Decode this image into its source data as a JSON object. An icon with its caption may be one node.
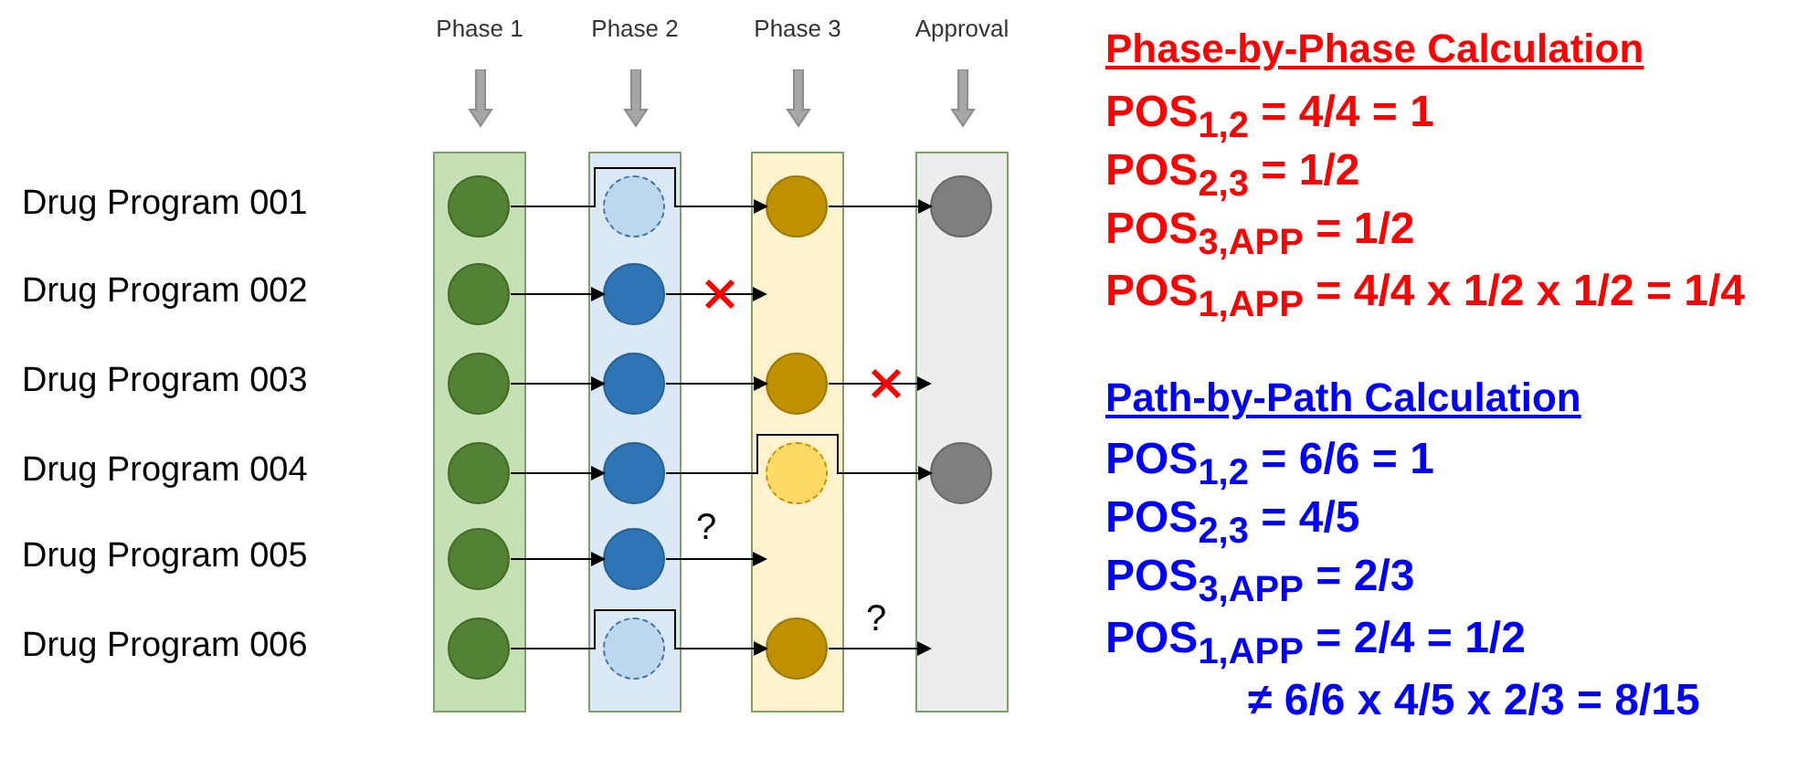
{
  "diagram": {
    "nodes": [
      {
        "text": [
          "Phase 1"
        ]
      },
      {
        "text": [],
        "shape": "circle",
        "in": 0
      },
      {
        "text": [],
        "shape": "circle",
        "in": 0
      },
      {
        "text": [],
        "shape": "circle",
        "in": 0
      },
      {
        "text": [],
        "shape": "circle",
        "in": 0
      },
      {
        "text": [],
        "shape": "circle",
        "in": 0
      },
      {
        "text": [],
        "shape": "circle",
        "in": 0
      },
      {
        "text": [
          "Phase 2"
        ]
      },
      {
        "text": [],
        "shape": "circle",
        "in": 7
      },
      {
        "text": [],
        "shape": "circle",
        "in": 7
      },
      {
        "text": [],
        "shape": "circle",
        "in": 7
      },
      {
        "text": [],
        "shape": "circle",
        "in": 7
      },
      {
        "text": [],
        "shape": "circle",
        "in": 7
      },
      {
        "text": [],
        "shape": "circle",
        "in": 7
      },
      {
        "text": [
          "Phase 3"
        ]
      },
      {
        "text": [],
        "shape": "circle",
        "in": 14
      },
      {
        "text": [],
        "shape": "circle",
        "in": 14
      },
      {
        "text": [],
        "shape": "circle",
        "in": 14
      },
      {
        "text": [],
        "shape": "circle",
        "in": 14
      },
      {
        "text": [
          "Approval"
        ]
      },
      {
        "text": [],
        "shape": "circle",
        "in": 19
      },
      {
        "text": [],
        "shape": "circle",
        "in": 19
      }
    ],
    "edges": [
      {
        "from": 1,
        "to": 15,
        "arrow": "to"
      },
      {
        "from": 15,
        "to": 20,
        "arrow": "to"
      },
      {
        "from": 2,
        "to": 9,
        "arrow": "to"
      },
      {
        "from": 9,
        "to": 14,
        "arrow": "to"
      },
      {
        "from": 3,
        "to": 10,
        "arrow": "to"
      },
      {
        "from": 10,
        "to": 16,
        "arrow": "to"
      },
      {
        "from": 16,
        "to": 19,
        "arrow": "to"
      },
      {
        "from": 4,
        "to": 11,
        "arrow": "to"
      },
      {
        "from": 11,
        "to": 21,
        "arrow": "to"
      },
      {
        "from": 5,
        "to": 12,
        "arrow": "to"
      },
      {
        "from": 12,
        "to": 14,
        "arrow": "to"
      },
      {
        "from": 6,
        "to": 18,
        "arrow": "to"
      },
      {
        "from": 18,
        "to": 19,
        "arrow": "to"
      }
    ],
    "labels": [
      "Drug Program 001",
      "Drug Program 002",
      "Drug Program 003",
      "Drug Program 004",
      "Drug Program 005",
      "Drug Program 006",
      "?",
      "?",
      "Phase-by-Phase Calculation",
      "POS$_{1,2}$ = 4/4 = 1",
      "POS$_{2,3}$ = 1/2",
      "POS$_{3,APP}$ = 1/2",
      "POS$_{1,APP}$ = 4/4 x 1/2 x 1/2 = 1/4",
      "Path-by-Path Calculation",
      "POS$_{1,2}$ = 6/6 = 1",
      "POS$_{2,3}$ = 4/5",
      "POS$_{3,APP}$ = 2/3",
      "POS$_{1,APP}$ = 2/4 = 1/2",
      "≠ 6/6 x 4/5 x 2/3 = 8/15"
    ]
  }
}
